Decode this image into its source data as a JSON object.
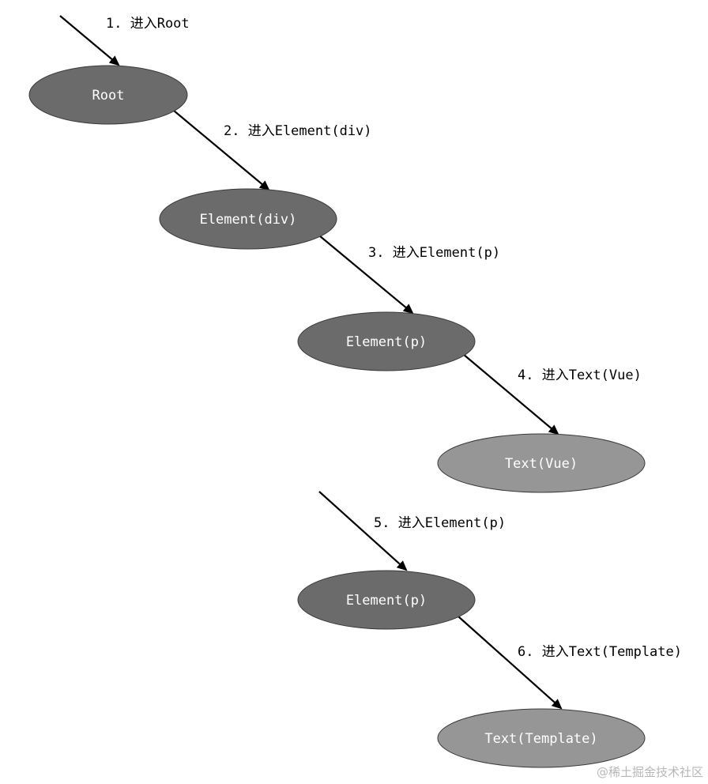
{
  "nodes": [
    {
      "id": "root",
      "label": "Root",
      "kind": "element"
    },
    {
      "id": "element-div",
      "label": "Element(div)",
      "kind": "element"
    },
    {
      "id": "element-p-1",
      "label": "Element(p)",
      "kind": "element"
    },
    {
      "id": "text-vue",
      "label": "Text(Vue)",
      "kind": "text"
    },
    {
      "id": "element-p-2",
      "label": "Element(p)",
      "kind": "element"
    },
    {
      "id": "text-template",
      "label": "Text(Template)",
      "kind": "text"
    }
  ],
  "steps": [
    {
      "id": "step-1",
      "label": "1. 进入Root",
      "to": "root"
    },
    {
      "id": "step-2",
      "label": "2. 进入Element(div)",
      "to": "element-div"
    },
    {
      "id": "step-3",
      "label": "3. 进入Element(p)",
      "to": "element-p-1"
    },
    {
      "id": "step-4",
      "label": "4. 进入Text(Vue)",
      "to": "text-vue"
    },
    {
      "id": "step-5",
      "label": "5. 进入Element(p)",
      "to": "element-p-2"
    },
    {
      "id": "step-6",
      "label": "6. 进入Text(Template)",
      "to": "text-template"
    }
  ],
  "colors": {
    "element_fill": "#6b6b6b",
    "text_fill": "#969696",
    "stroke": "#3a3a3a",
    "arrow": "#000000"
  },
  "watermark": "@稀土掘金技术社区"
}
